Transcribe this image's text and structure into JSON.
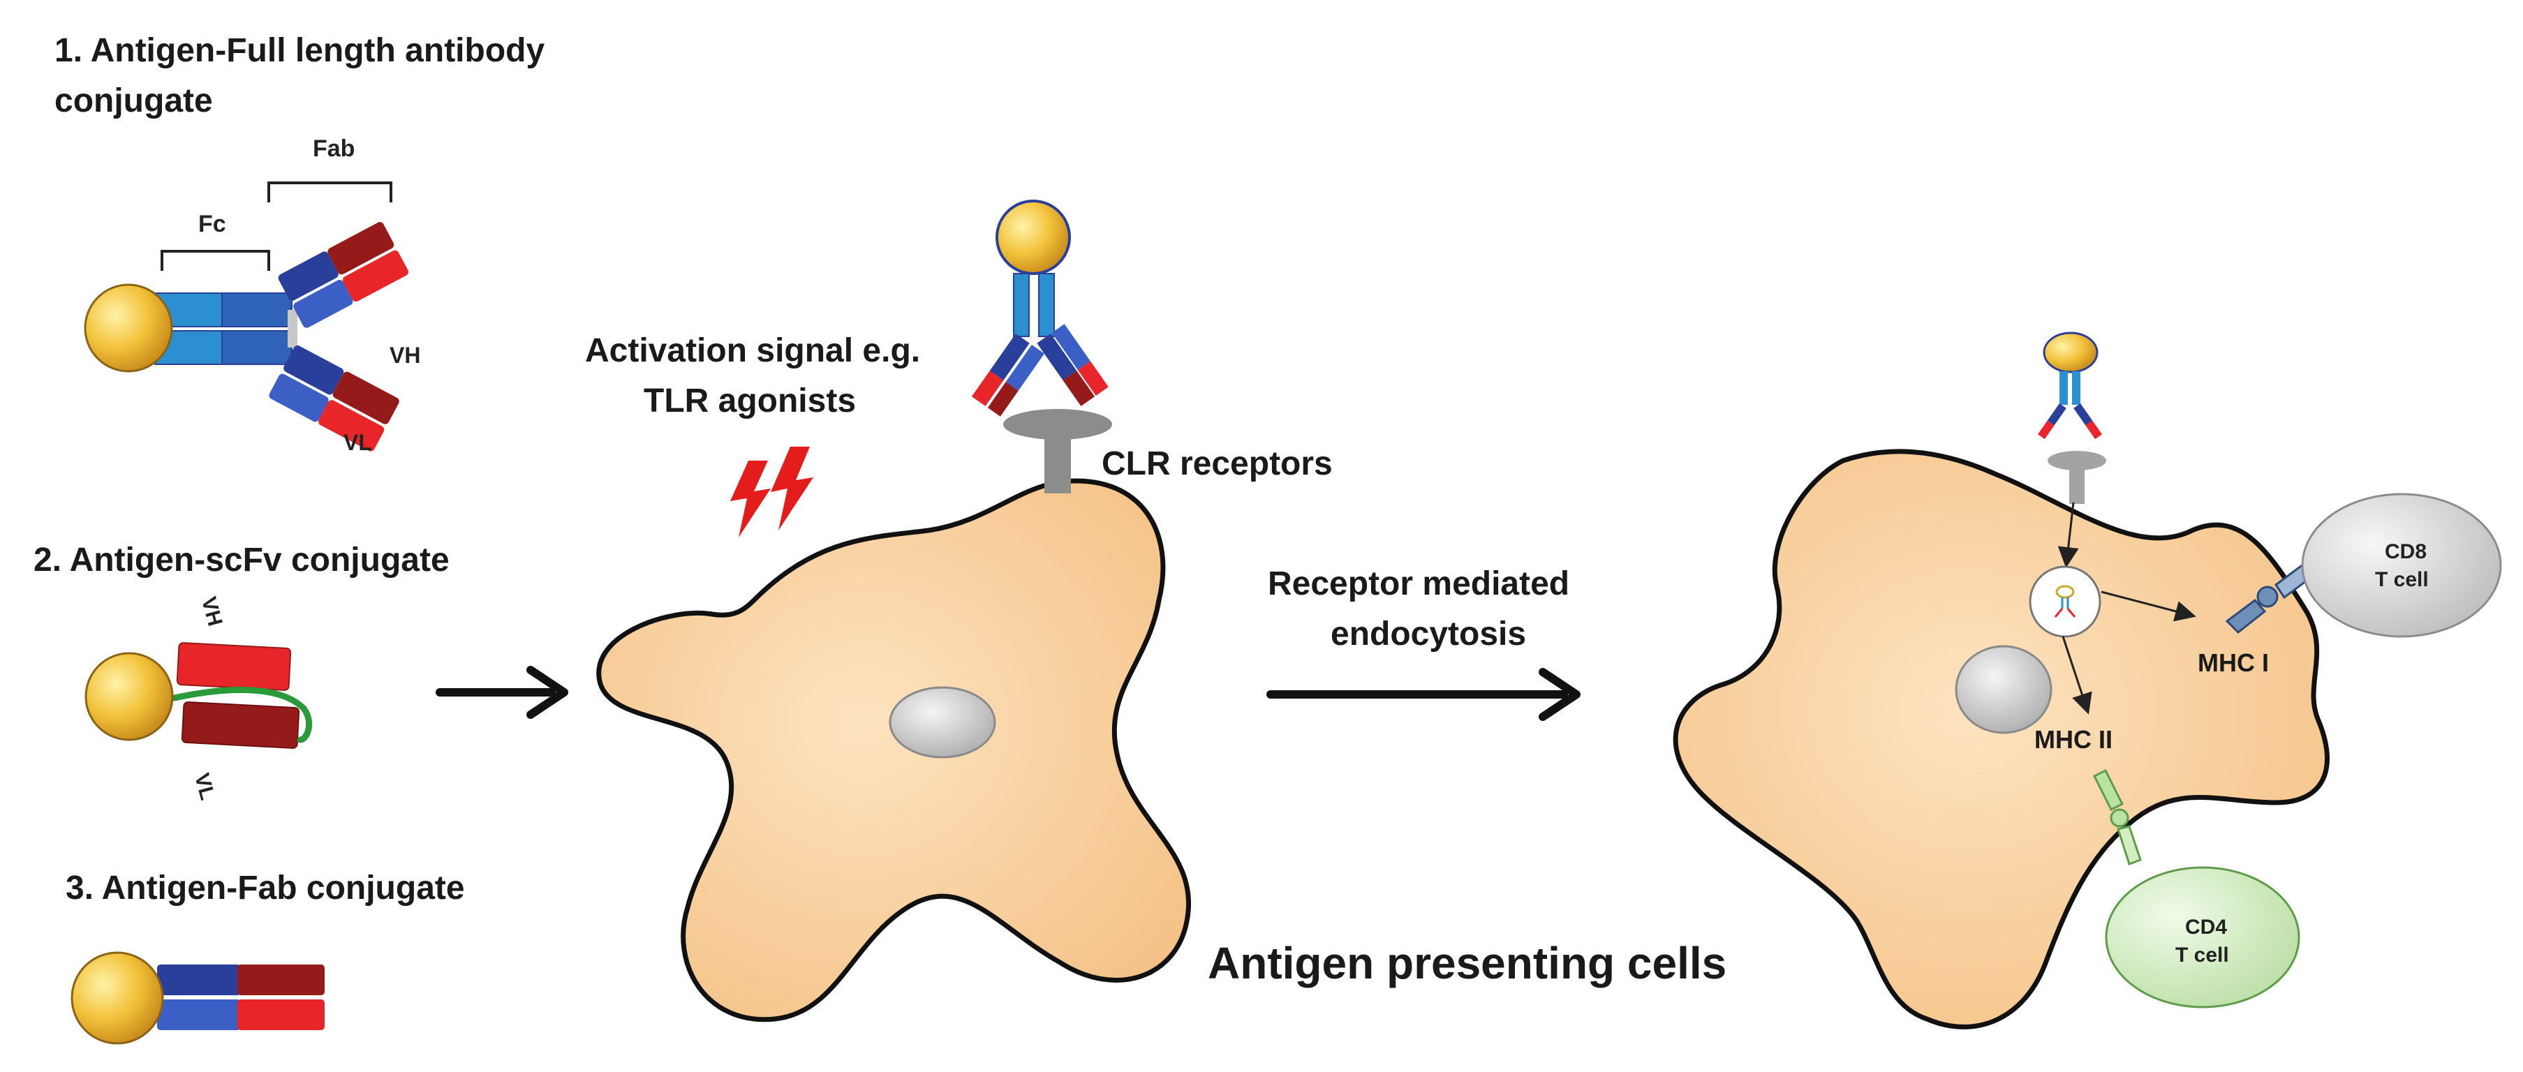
{
  "conjugates": {
    "full_length": {
      "title_line1": "1. Antigen-Full length antibody",
      "title_line2": "conjugate",
      "fab_label": "Fab",
      "fc_label": "Fc",
      "vh_label": "VH",
      "vl_label": "VL"
    },
    "scfv": {
      "title": "2. Antigen-scFv conjugate",
      "vh_label": "VH",
      "vl_label": "VL"
    },
    "fab": {
      "title": "3. Antigen-Fab conjugate"
    }
  },
  "middle_cell": {
    "activation_line1": "Activation signal e.g.",
    "activation_line2": "TLR agonists",
    "clr_label": "CLR receptors"
  },
  "process": {
    "line1": "Receptor mediated",
    "line2": "endocytosis"
  },
  "right_cell": {
    "mhc1_label": "MHC I",
    "mhc2_label": "MHC  II",
    "cd8_line1": "CD8",
    "cd8_line2": "T cell",
    "cd4_line1": "CD4",
    "cd4_line2": "T cell"
  },
  "caption": "Antigen presenting cells",
  "colors": {
    "antigen": "#f2c23a",
    "cell_fill": "#f6c890",
    "blue_dark": "#2a3f9a",
    "blue_light": "#2b8fd0",
    "red_dark": "#951a1a",
    "red_light": "#e8262a",
    "linker": "#2a9a3a",
    "receptor": "#8c8c8c"
  }
}
